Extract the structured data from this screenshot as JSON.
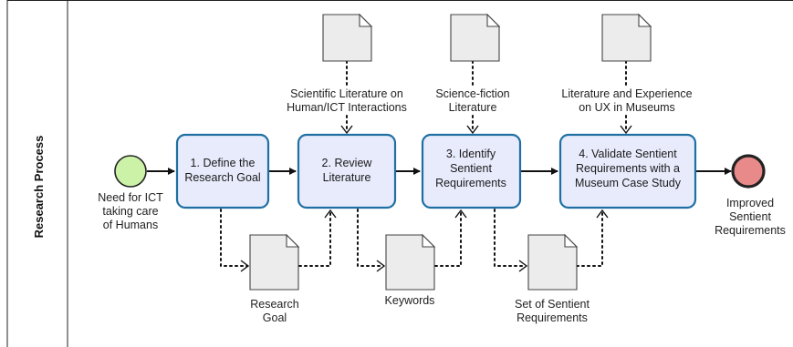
{
  "lane": {
    "label": "Research Process"
  },
  "start_event": {
    "label": [
      "Need for ICT",
      "taking care",
      "of Humans"
    ],
    "color": "#cbf2a6"
  },
  "end_event": {
    "label": [
      "Improved",
      "Sentient",
      "Requirements"
    ],
    "color": "#e98a8a"
  },
  "tasks": [
    {
      "id": "t1",
      "lines": [
        "1. Define the",
        "Research Goal"
      ]
    },
    {
      "id": "t2",
      "lines": [
        "2. Review",
        "Literature"
      ]
    },
    {
      "id": "t3",
      "lines": [
        "3. Identify",
        "Sentient",
        "Requirements"
      ]
    },
    {
      "id": "t4",
      "lines": [
        "4. Validate Sentient",
        "Requirements with a",
        "Museum Case Study"
      ]
    }
  ],
  "input_documents": [
    {
      "id": "in-scientific-literature",
      "lines": [
        "Scientific Literature on",
        "Human/ICT Interactions"
      ]
    },
    {
      "id": "in-science-fiction",
      "lines": [
        "Science-fiction",
        "Literature"
      ]
    },
    {
      "id": "in-ux-museums",
      "lines": [
        "Literature and Experience",
        "on UX in Museums"
      ]
    }
  ],
  "output_documents": [
    {
      "id": "out-research-goal",
      "lines": [
        "Research",
        "Goal"
      ]
    },
    {
      "id": "out-keywords",
      "lines": [
        "Keywords"
      ]
    },
    {
      "id": "out-sentient-requirements",
      "lines": [
        "Set of Sentient",
        "Requirements"
      ]
    }
  ],
  "colors": {
    "task_fill": "#e8ebfc",
    "task_border": "#1f6fa3",
    "document_fill": "#ececec",
    "start_fill": "#cbf2a6",
    "end_fill": "#e98a8a"
  }
}
